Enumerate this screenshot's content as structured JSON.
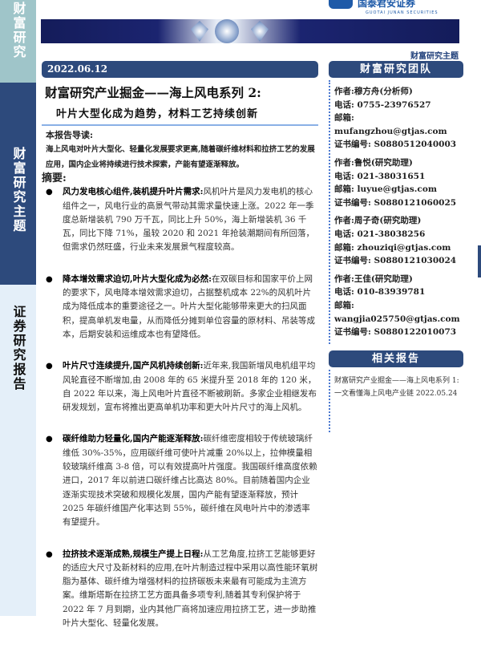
{
  "sidebar": {
    "section1": "财富研究",
    "section2": "财富研究主题",
    "section3": "证券研究报告"
  },
  "header": {
    "logo_text": "国泰君安证券",
    "logo_en": "GUOTAI JUNAN SECURITIES",
    "theme_label": "财富研究主题"
  },
  "report": {
    "date": "2022.06.12",
    "title": "财富研究产业掘金——海上风电系列 2:",
    "subtitle": "叶片大型化成为趋势，材料工艺持续创新",
    "guide_heading": "本报告导读:",
    "guide_text": "海上风电对叶片大型化、轻量化发展要求更高,随着碳纤维材料和拉挤工艺的发展应用，国内企业将持续进行技术探索，产能有望逐渐释放。",
    "abstract_heading": "摘要:",
    "bullets": [
      {
        "head": "风力发电核心组件,装机提升叶片需求:",
        "body": "风机叶片是风力发电机的核心组件之一，风电行业的高景气带动其需求量快速上涨。2022 年一季度总新增装机 790 万千瓦，同比上升 50%，海上新增装机 36 千瓦，同比下降 71%，虽较 2020 和 2021 年抢装潮期间有所回落，但需求仍然旺盛，行业未来发展景气程度较高。"
      },
      {
        "head": "降本增效需求迫切,叶片大型化成为必然:",
        "body": "在双碳目标和国家平价上网的要求下，风电降本增效需求迫切，占据整机成本 22%的风机叶片成为降低成本的重要途径之一。叶片大型化能够带来更大的扫风面积，提高单机发电量，从而降低分摊到单位容量的原材料、吊装等成本，后期安装和运维成本也有望降低。"
      },
      {
        "head": "叶片尺寸连续提升,国产风机持续创新:",
        "body": "近年来,我国新增风电机组平均风轮直径不断增加,由 2008 年的 65 米提升至 2018 年的 120 米，自 2022 年以来，海上风电叶片直径不断被刷新。多家企业相继发布研发规划，宣布将推出更高单机功率和更大叶片尺寸的海上风机。"
      },
      {
        "head": "碳纤维助力轻量化,国内产能逐渐释放:",
        "body": "碳纤维密度相较于传统玻璃纤维低 30%-35%，应用碳纤维可使叶片减重 20%以上，拉伸模量相较玻璃纤维高 3-8 倍，可以有效提高叶片强度。我国碳纤维高度依赖进口，2017 年以前进口碳纤维占比高达 80%。目前随着国内企业逐渐实现技术突破和规模化发展，国内产能有望逐渐释放，预计 2025 年碳纤维国产化率达到 55%，碳纤维在风电叶片中的渗透率有望提升。"
      },
      {
        "head": "拉挤技术逐渐成熟,规模生产提上日程:",
        "body": "从工艺角度,拉挤工艺能够更好的适应大尺寸及新材料的应用,在叶片制造过程中采用以高性能环氧树脂为基体、碳纤维为增强材料的拉挤碳板未来最有可能成为主流方案。维斯塔斯在拉挤工艺方面具备多项专利,随着其专利保护将于 2022 年 7 月到期，业内其他厂商将加速应用拉挤工艺，进一步助推叶片大型化、轻量化发展。"
      }
    ]
  },
  "team": {
    "heading": "财富研究团队",
    "authors": [
      {
        "name": "作者:穆方舟(分析师)",
        "phone": "电话: 0755-23976527",
        "email": "邮箱: mufangzhou@gtjas.com",
        "cert": "证书编号: S0880512040003"
      },
      {
        "name": "作者:鲁悦(研究助理)",
        "phone": "电话: 021-38031651",
        "email": "邮箱: luyue@gtjas.com",
        "cert": "证书编号: S0880121060025"
      },
      {
        "name": "作者:周子奇(研究助理)",
        "phone": "电话: 021-38038256",
        "email": "邮箱: zhouziqi@gtjas.com",
        "cert": "证书编号: S0880121030024"
      },
      {
        "name": "作者:王佳(研究助理)",
        "phone": "电话: 010-83939781",
        "email": "邮箱: wangjia025750@gtjas.com",
        "cert": "证书编号: S0880122010073"
      }
    ]
  },
  "related": {
    "heading": "相关报告",
    "items": [
      "财富研究产业掘金——海上风电系列 1: 一文看懂海上风电产业链 2022.05.24"
    ]
  },
  "colors": {
    "brand": "#2d4a7c",
    "sidebar_top": "#9fc5c9",
    "sidebar_bottom": "#e4eff9",
    "accent_line": "#8ab0e6"
  }
}
